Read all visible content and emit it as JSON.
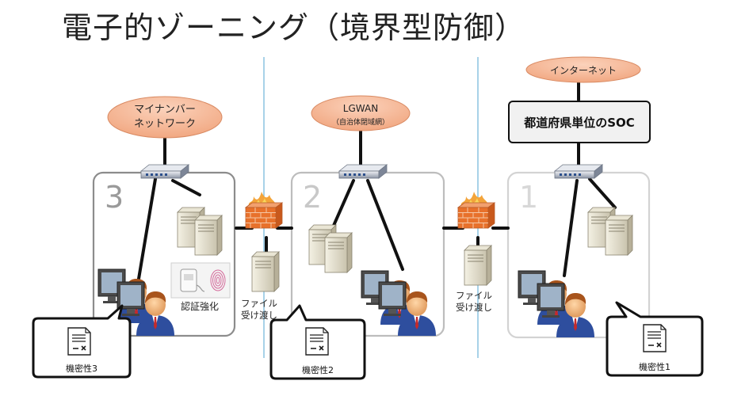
{
  "title": "電子的ゾーニング（境界型防御）",
  "networks": {
    "mynumber_line1": "マイナンバー",
    "mynumber_line2": "ネットワーク",
    "lgwan_line1": "LGWAN",
    "lgwan_line2": "（自治体閉域網）",
    "internet": "インターネット"
  },
  "soc_label": "都道府県単位のSOC",
  "zones": [
    {
      "number": "3",
      "confidentiality_label": "機密性3"
    },
    {
      "number": "2",
      "confidentiality_label": "機密性2"
    },
    {
      "number": "1",
      "confidentiality_label": "機密性1"
    }
  ],
  "auth_label": "認証強化",
  "file_transfer": [
    {
      "line1": "ファイル",
      "line2": "受け渡し"
    },
    {
      "line1": "ファイル",
      "line2": "受け渡し"
    }
  ],
  "colors": {
    "cloud_fill": "#f4b393",
    "cloud_stroke": "#d98a62",
    "zone3_stroke": "#8c8c8c",
    "zone2_stroke": "#bdbdbd",
    "zone1_stroke": "#d3d3d3",
    "divider": "#6fb5d8",
    "link": "#111111",
    "firewall": "#e8712b"
  }
}
